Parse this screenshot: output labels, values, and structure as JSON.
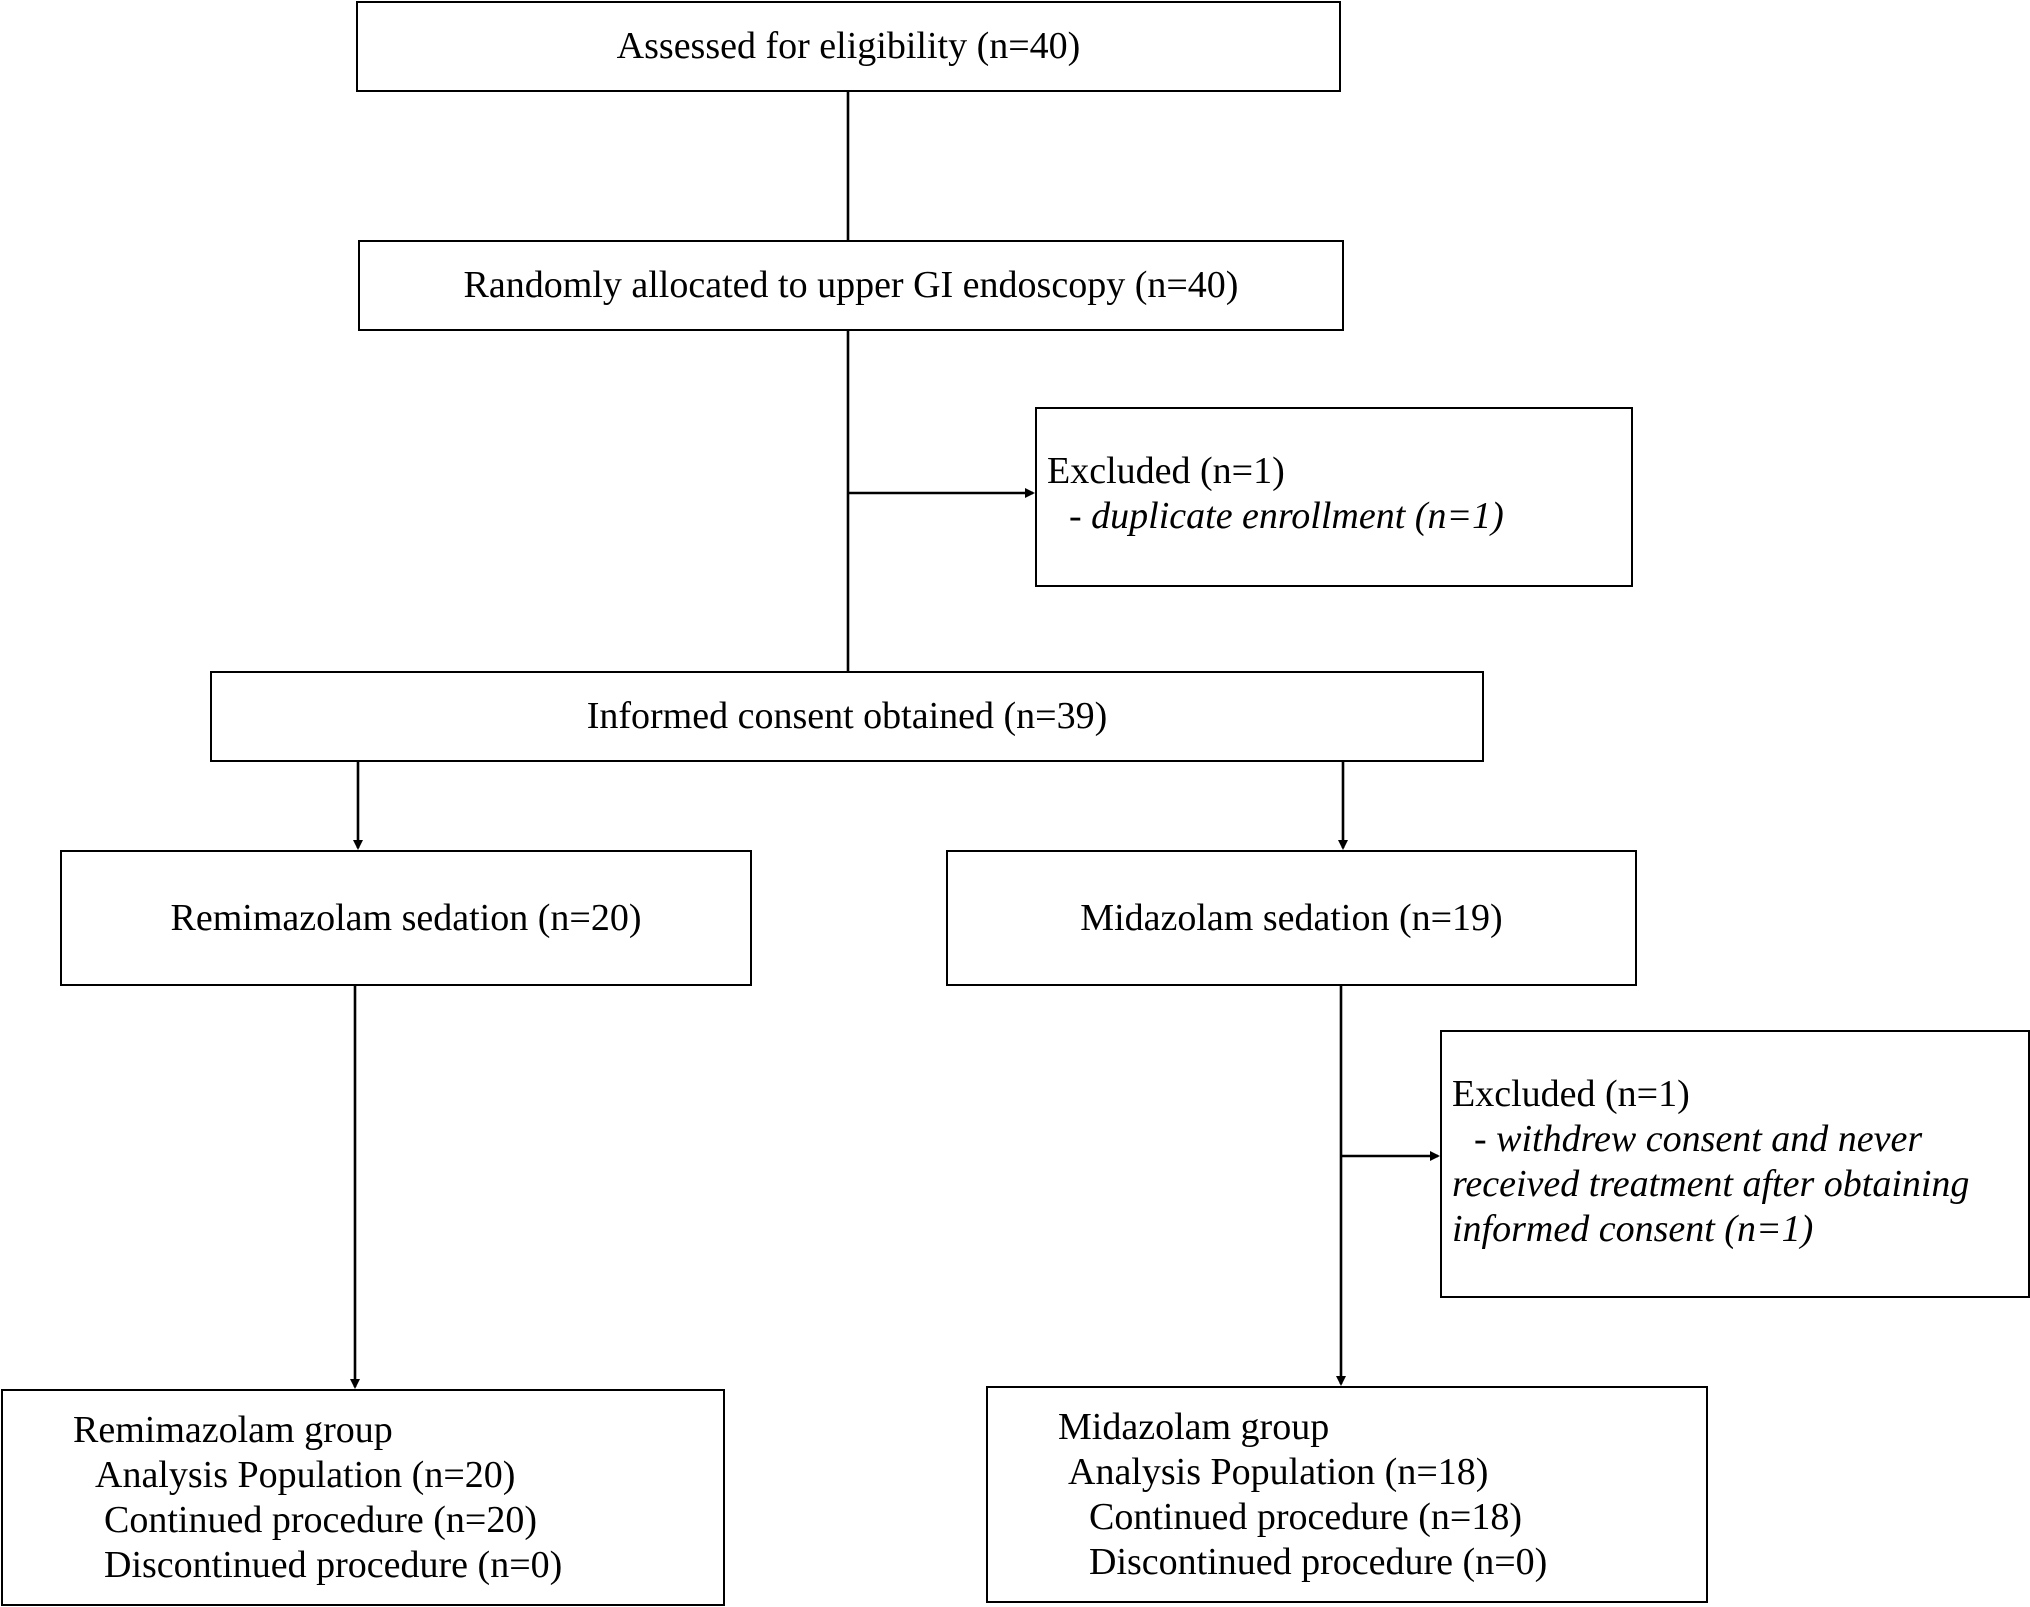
{
  "flowchart": {
    "assessed": "Assessed for eligibility (n=40)",
    "randomized": "Randomly allocated to upper GI endoscopy (n=40)",
    "excluded_first": {
      "title": "Excluded (n=1)",
      "reason": "- duplicate enrollment (n=1)"
    },
    "consent": "Informed consent obtained (n=39)",
    "remimazolam_sedation": "Remimazolam sedation (n=20)",
    "midazolam_sedation": "Midazolam sedation (n=19)",
    "excluded_second": {
      "title": "Excluded (n=1)",
      "reason_lines": [
        "- withdrew consent and never",
        "received treatment after obtaining",
        "informed consent (n=1)"
      ]
    },
    "remimazolam_group": {
      "title": "Remimazolam group",
      "analysis": "Analysis Population (n=20)",
      "continued": "Continued procedure (n=20)",
      "discontinued": "Discontinued procedure (n=0)"
    },
    "midazolam_group": {
      "title": "Midazolam group",
      "analysis": "Analysis Population (n=18)",
      "continued": "Continued procedure (n=18)",
      "discontinued": "Discontinued procedure (n=0)"
    }
  }
}
